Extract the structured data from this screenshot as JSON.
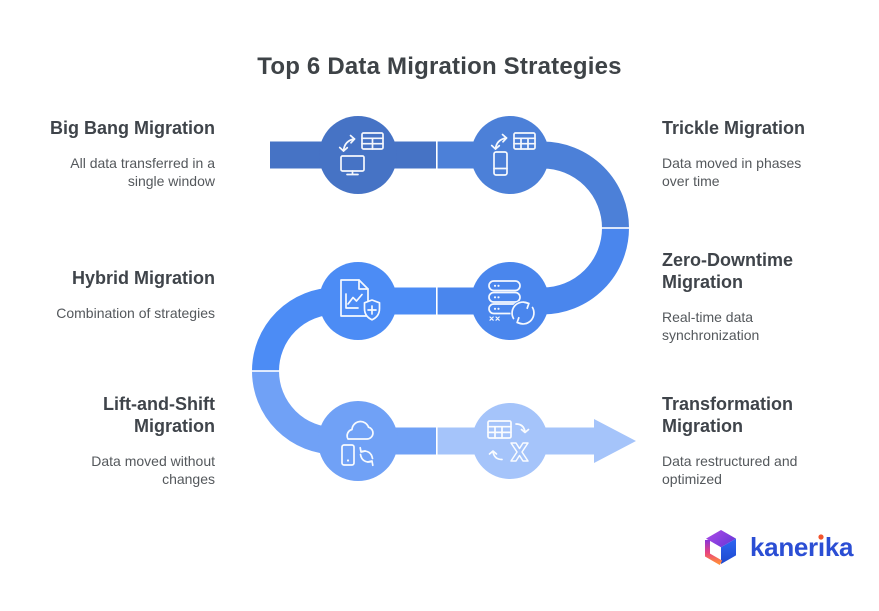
{
  "title": "Top 6 Data Migration Strategies",
  "strategies": [
    {
      "name": "Big Bang Migration",
      "description": "All data transferred in a single window",
      "side": "left",
      "icon": "monitor-table-transfer-icon",
      "color": "#4673c5"
    },
    {
      "name": "Trickle Migration",
      "description": "Data moved in phases over time",
      "side": "right",
      "icon": "phone-table-transfer-icon",
      "color": "#4c80d8"
    },
    {
      "name": "Hybrid Migration",
      "description": "Combination of strategies",
      "side": "left",
      "icon": "document-chart-shield-icon",
      "color": "#4c8cf5"
    },
    {
      "name": "Zero-Downtime Migration",
      "description": "Real-time data synchronization",
      "side": "right",
      "icon": "server-sync-icon",
      "color": "#4a86ed"
    },
    {
      "name": "Lift-and-Shift Migration",
      "description": "Data moved without changes",
      "side": "left",
      "icon": "cloud-phone-sync-icon",
      "color": "#70a1f6"
    },
    {
      "name": "Transformation Migration",
      "description": "Data restructured and optimized",
      "side": "right",
      "icon": "table-x-transform-icon",
      "color": "#a5c4fa"
    }
  ],
  "logo": {
    "brand_part1": "kaner",
    "brand_i": "ı",
    "brand_part2": "ka",
    "cube_purple_light": "#b04ae8",
    "cube_purple_dark": "#6d38d8",
    "cube_blue_light": "#2f66f2",
    "cube_blue_dark": "#1d49cf",
    "cube_edge_top": "#8a35d8",
    "cube_edge_mid": "#e8447f",
    "cube_edge_bottom": "#ff8a3c"
  },
  "colors": {
    "title_text": "#3e4347",
    "heading_text": "#3f444a",
    "body_text": "#54585c",
    "logo_text": "#2b4ed4",
    "logo_dot": "#f2542d",
    "icon_stroke": "#ffffff",
    "background": "#ffffff"
  }
}
